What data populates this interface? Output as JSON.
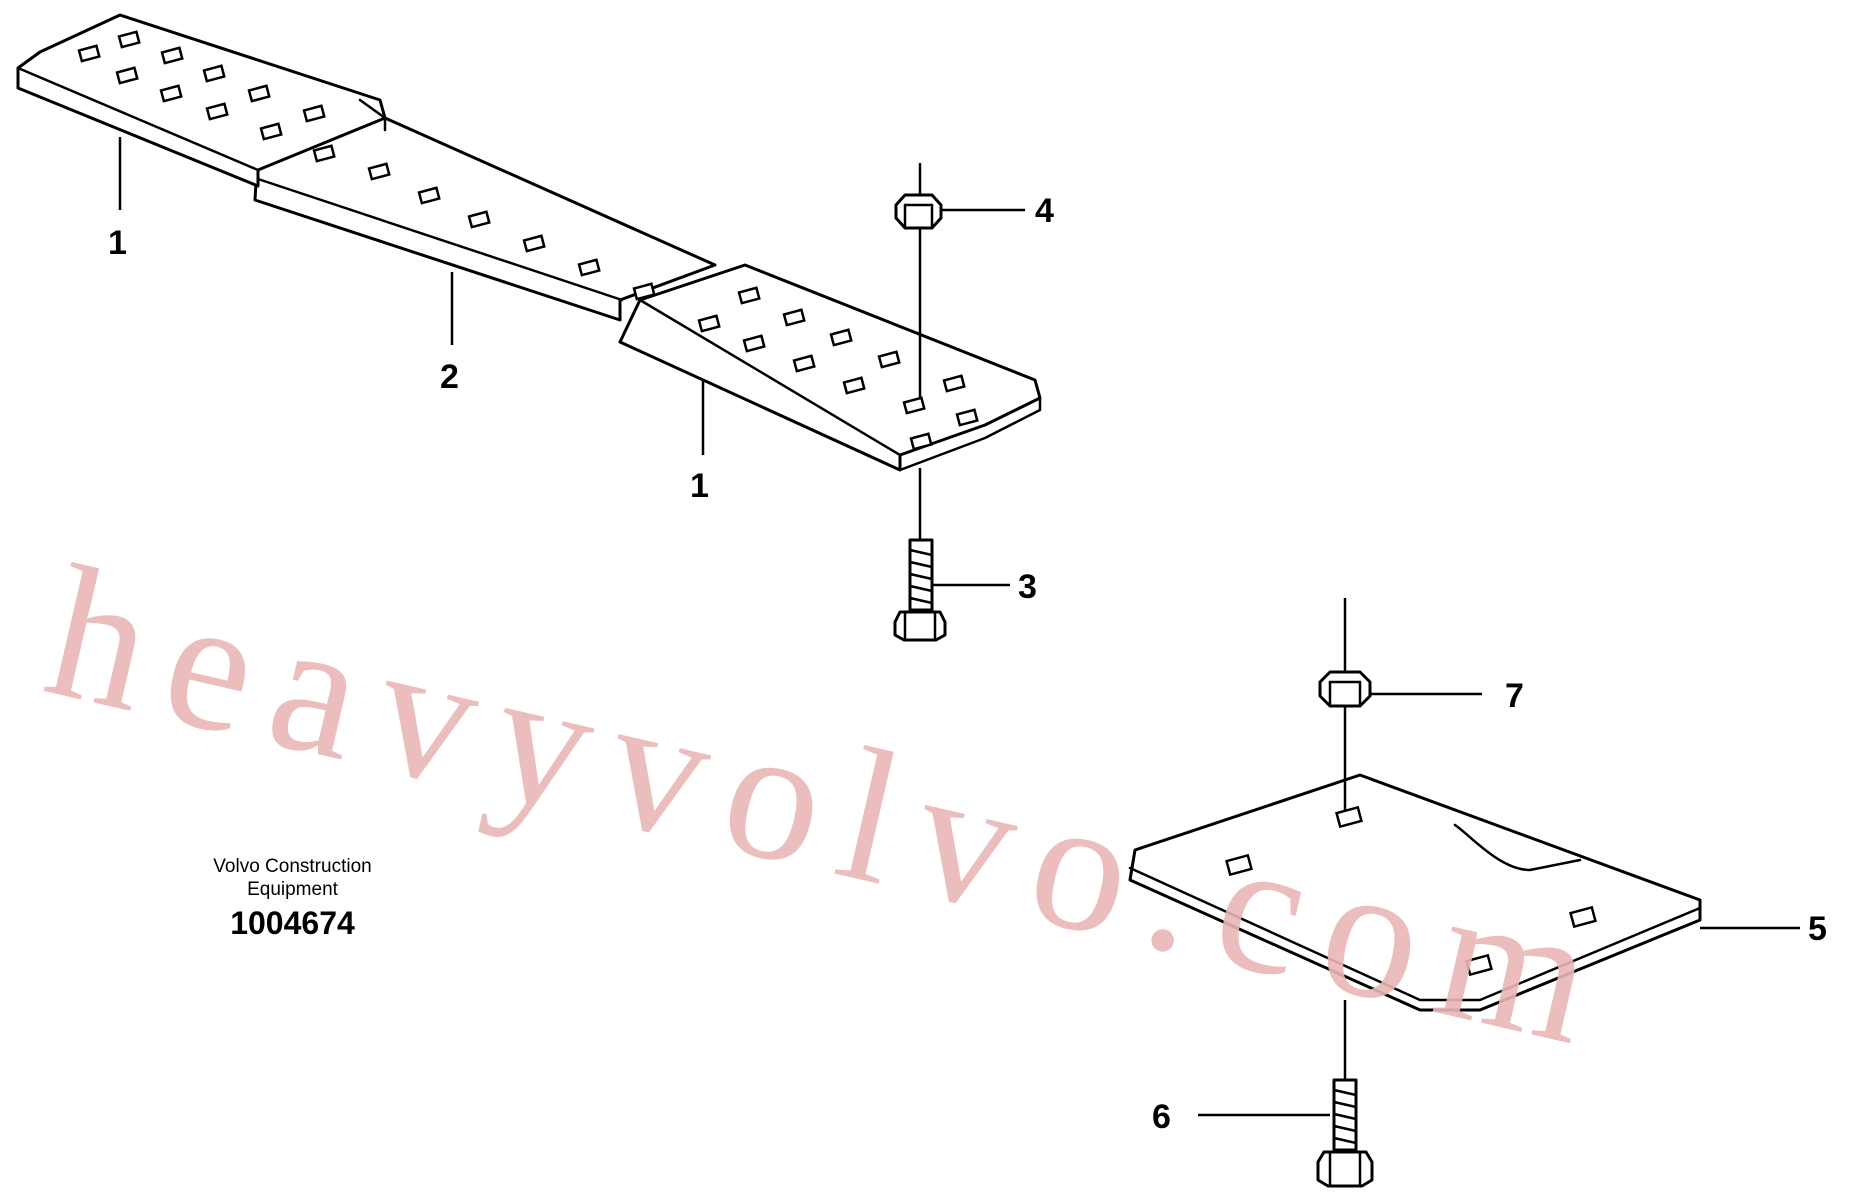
{
  "callouts": {
    "c1a": "1",
    "c2": "2",
    "c1b": "1",
    "c4": "4",
    "c3": "3",
    "c7": "7",
    "c5": "5",
    "c6": "6"
  },
  "watermark": "heavyvolvo.com",
  "caption": {
    "company_line1": "Volvo Construction",
    "company_line2": "Equipment",
    "drawing_number": "1004674"
  },
  "colors": {
    "line": "#000000",
    "watermark": "#e9b6b6",
    "background": "#ffffff"
  }
}
